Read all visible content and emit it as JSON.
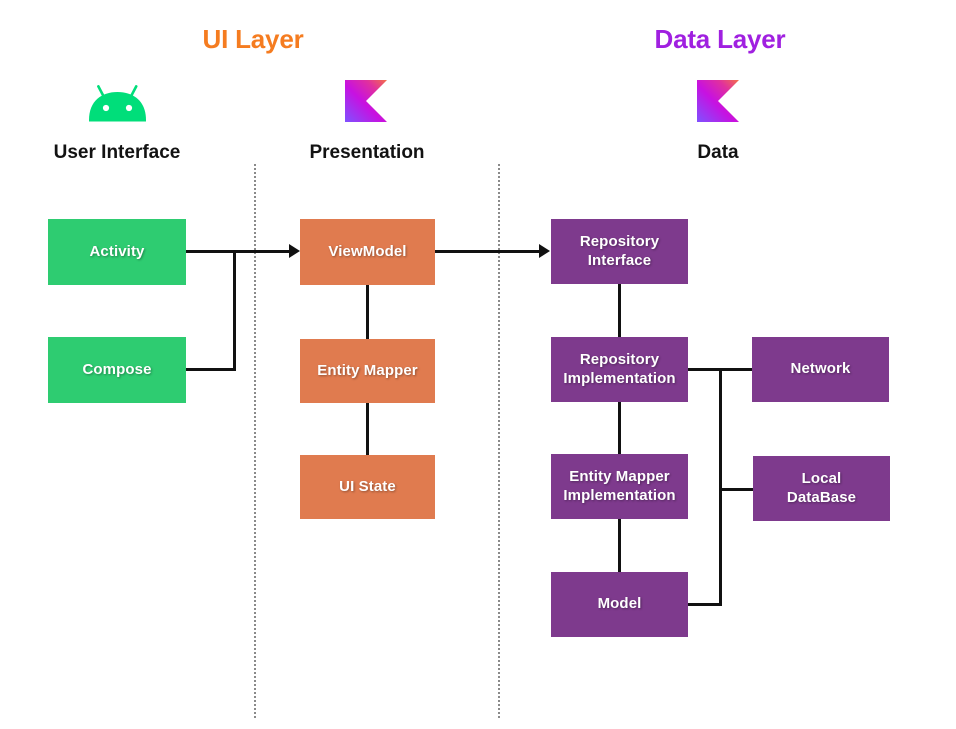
{
  "diagram": {
    "title_ui_layer": "UI Layer",
    "title_data_layer": "Data Layer",
    "colors": {
      "ui_layer_title": "#F57C20",
      "data_layer_title": "#A020E0",
      "ui_box": "#2ECC71",
      "presentation_box": "#E07B4F",
      "data_box": "#7E3A8D",
      "connector": "#111111",
      "divider": "#8a8a8a",
      "background": "#ffffff",
      "box_text": "#ffffff",
      "header_text": "#121212",
      "android_green": "#00DE7A"
    },
    "columns": [
      {
        "id": "user-interface",
        "header": "User Interface",
        "icon": "android-icon"
      },
      {
        "id": "presentation",
        "header": "Presentation",
        "icon": "kotlin-icon"
      },
      {
        "id": "data",
        "header": "Data",
        "icon": "kotlin-icon"
      }
    ],
    "nodes": {
      "activity": "Activity",
      "compose": "Compose",
      "viewmodel": "ViewModel",
      "entity_mapper": "Entity Mapper",
      "ui_state": "UI State",
      "repository_interface": "Repository\nInterface",
      "repository_interface_line1": "Repository",
      "repository_interface_line2": "Interface",
      "repository_implementation_line1": "Repository",
      "repository_implementation_line2": "Implementation",
      "entity_mapper_implementation_line1": "Entity Mapper",
      "entity_mapper_implementation_line2": "Implementation",
      "model": "Model",
      "network": "Network",
      "local_database_line1": "Local",
      "local_database_line2": "DataBase"
    }
  }
}
